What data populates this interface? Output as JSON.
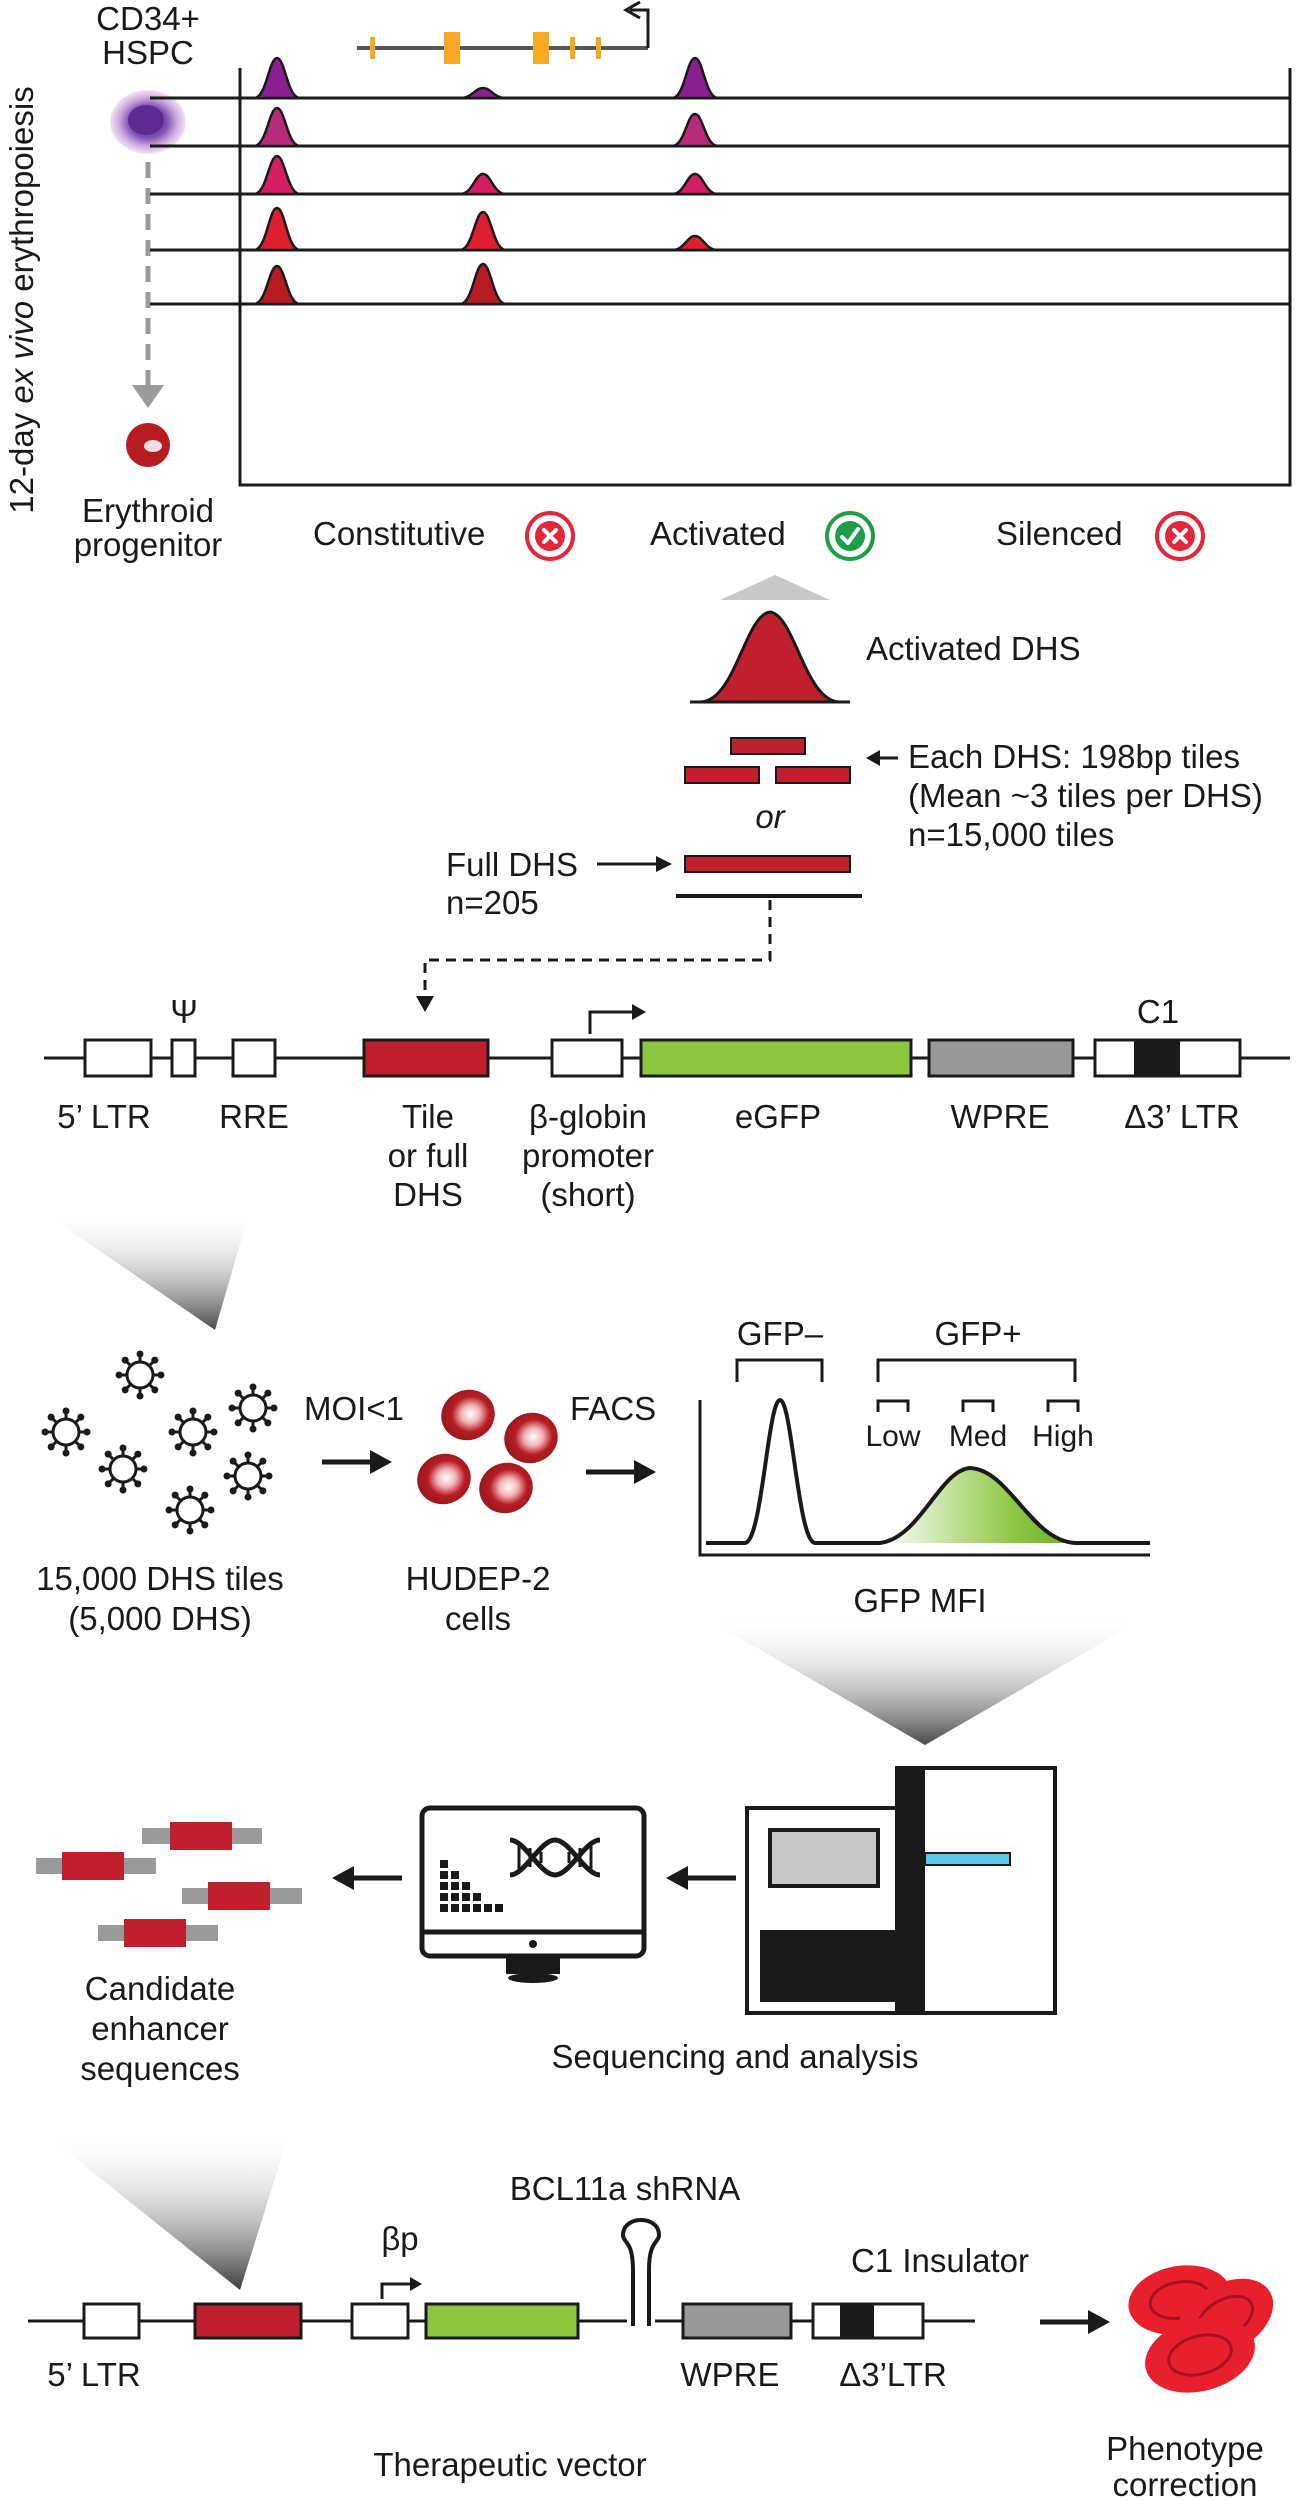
{
  "panel_a": {
    "cell_top": [
      "CD34+",
      "HSPC"
    ],
    "cell_bottom": [
      "Erythroid",
      "progenitor"
    ],
    "timeline": [
      "12-day ",
      "ex vivo",
      " erythropoiesis"
    ],
    "categories": {
      "constitutive": "Constitutive",
      "activated": "Activated",
      "silenced": "Silenced"
    },
    "track_colors": [
      "#8a1f8f",
      "#b72c7a",
      "#d61f63",
      "#e01f2e",
      "#b71c23"
    ]
  },
  "panel_b": {
    "activated_dhs": "Activated DHS",
    "tiles_note": [
      "Each DHS: 198bp tiles",
      "(Mean ~3 tiles per DHS)",
      "n=15,000 tiles"
    ],
    "or": "or",
    "full_dhs": [
      "Full DHS",
      "n=205"
    ]
  },
  "vector1": {
    "psi": "Ψ",
    "c1": "C1",
    "ltr5": "5’ LTR",
    "rre": "RRE",
    "tile": [
      "Tile",
      "or full",
      "DHS"
    ],
    "promoter": [
      "β-globin",
      "promoter",
      "(short)"
    ],
    "egfp": "eGFP",
    "wpre": "WPRE",
    "ltr3": "Δ3’ LTR"
  },
  "screen": {
    "moi": "MOI<1",
    "facs": "FACS",
    "tiles": [
      "15,000 DHS tiles",
      "(5,000 DHS)"
    ],
    "cells": [
      "HUDEP-2",
      "cells"
    ],
    "gfp_neg": "GFP–",
    "gfp_pos": "GFP+",
    "low": "Low",
    "med": "Med",
    "high": "High",
    "mfi": "GFP MFI"
  },
  "analysis": {
    "candidates": [
      "Candidate",
      "enhancer",
      "sequences"
    ],
    "seq": "Sequencing and analysis"
  },
  "vector2": {
    "bp": "βp",
    "shrna": "BCL11a shRNA",
    "c1": "C1 Insulator",
    "ltr5": "5’ LTR",
    "wpre": "WPRE",
    "ltr3": "Δ3’LTR",
    "title": "Therapeutic vector",
    "phenotype": [
      "Phenotype",
      "correction"
    ]
  },
  "colors": {
    "dhs_red": "#c0202e",
    "egfp_green": "#8cc63f",
    "wpre_gray": "#999999",
    "gene_orange": "#f7a823",
    "check_green": "#1f9e4a",
    "cross_red": "#e3263a",
    "cell_purple": "#6b3fa0",
    "rbc_red": "#e8202e"
  }
}
